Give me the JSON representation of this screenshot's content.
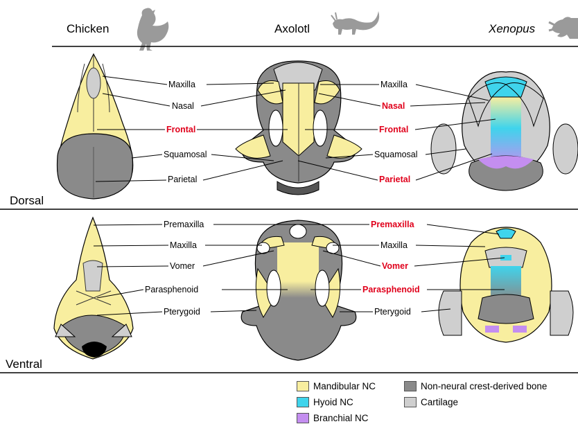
{
  "columns": [
    {
      "name": "Chicken",
      "italic": false,
      "icon": "chicken-silhouette-icon"
    },
    {
      "name": "Axolotl",
      "italic": false,
      "icon": "axolotl-silhouette-icon"
    },
    {
      "name": "Xenopus",
      "italic": true,
      "icon": "frog-silhouette-icon"
    }
  ],
  "rows": {
    "dorsal": "Dorsal",
    "ventral": "Ventral"
  },
  "dorsal_labels": {
    "left": [
      "Maxilla",
      "Nasal",
      "Frontal",
      "Squamosal",
      "Parietal"
    ],
    "right": [
      "Maxilla",
      "Nasal",
      "Frontal",
      "Squamosal",
      "Parietal"
    ]
  },
  "ventral_labels": {
    "left": [
      "Premaxilla",
      "Maxilla",
      "Vomer",
      "Parasphenoid",
      "Pterygoid"
    ],
    "right": [
      "Premaxilla",
      "Maxilla",
      "Vomer",
      "Parasphenoid",
      "Pterygoid"
    ]
  },
  "legend": [
    {
      "label": "Mandibular NC",
      "color": "#f8ee9f"
    },
    {
      "label": "Hyoid NC",
      "color": "#3fd4ec"
    },
    {
      "label": "Branchial NC",
      "color": "#c48ef0"
    },
    {
      "label": "Non-neural crest-derived bone",
      "color": "#8a8a8a"
    },
    {
      "label": "Cartilage",
      "color": "#cfcfcf"
    }
  ],
  "colors": {
    "mandibular": "#f8ee9f",
    "hyoid": "#3fd4ec",
    "branchial": "#c48ef0",
    "bone": "#8a8a8a",
    "cartilage": "#cfcfcf",
    "highlight": "#e0001b"
  }
}
